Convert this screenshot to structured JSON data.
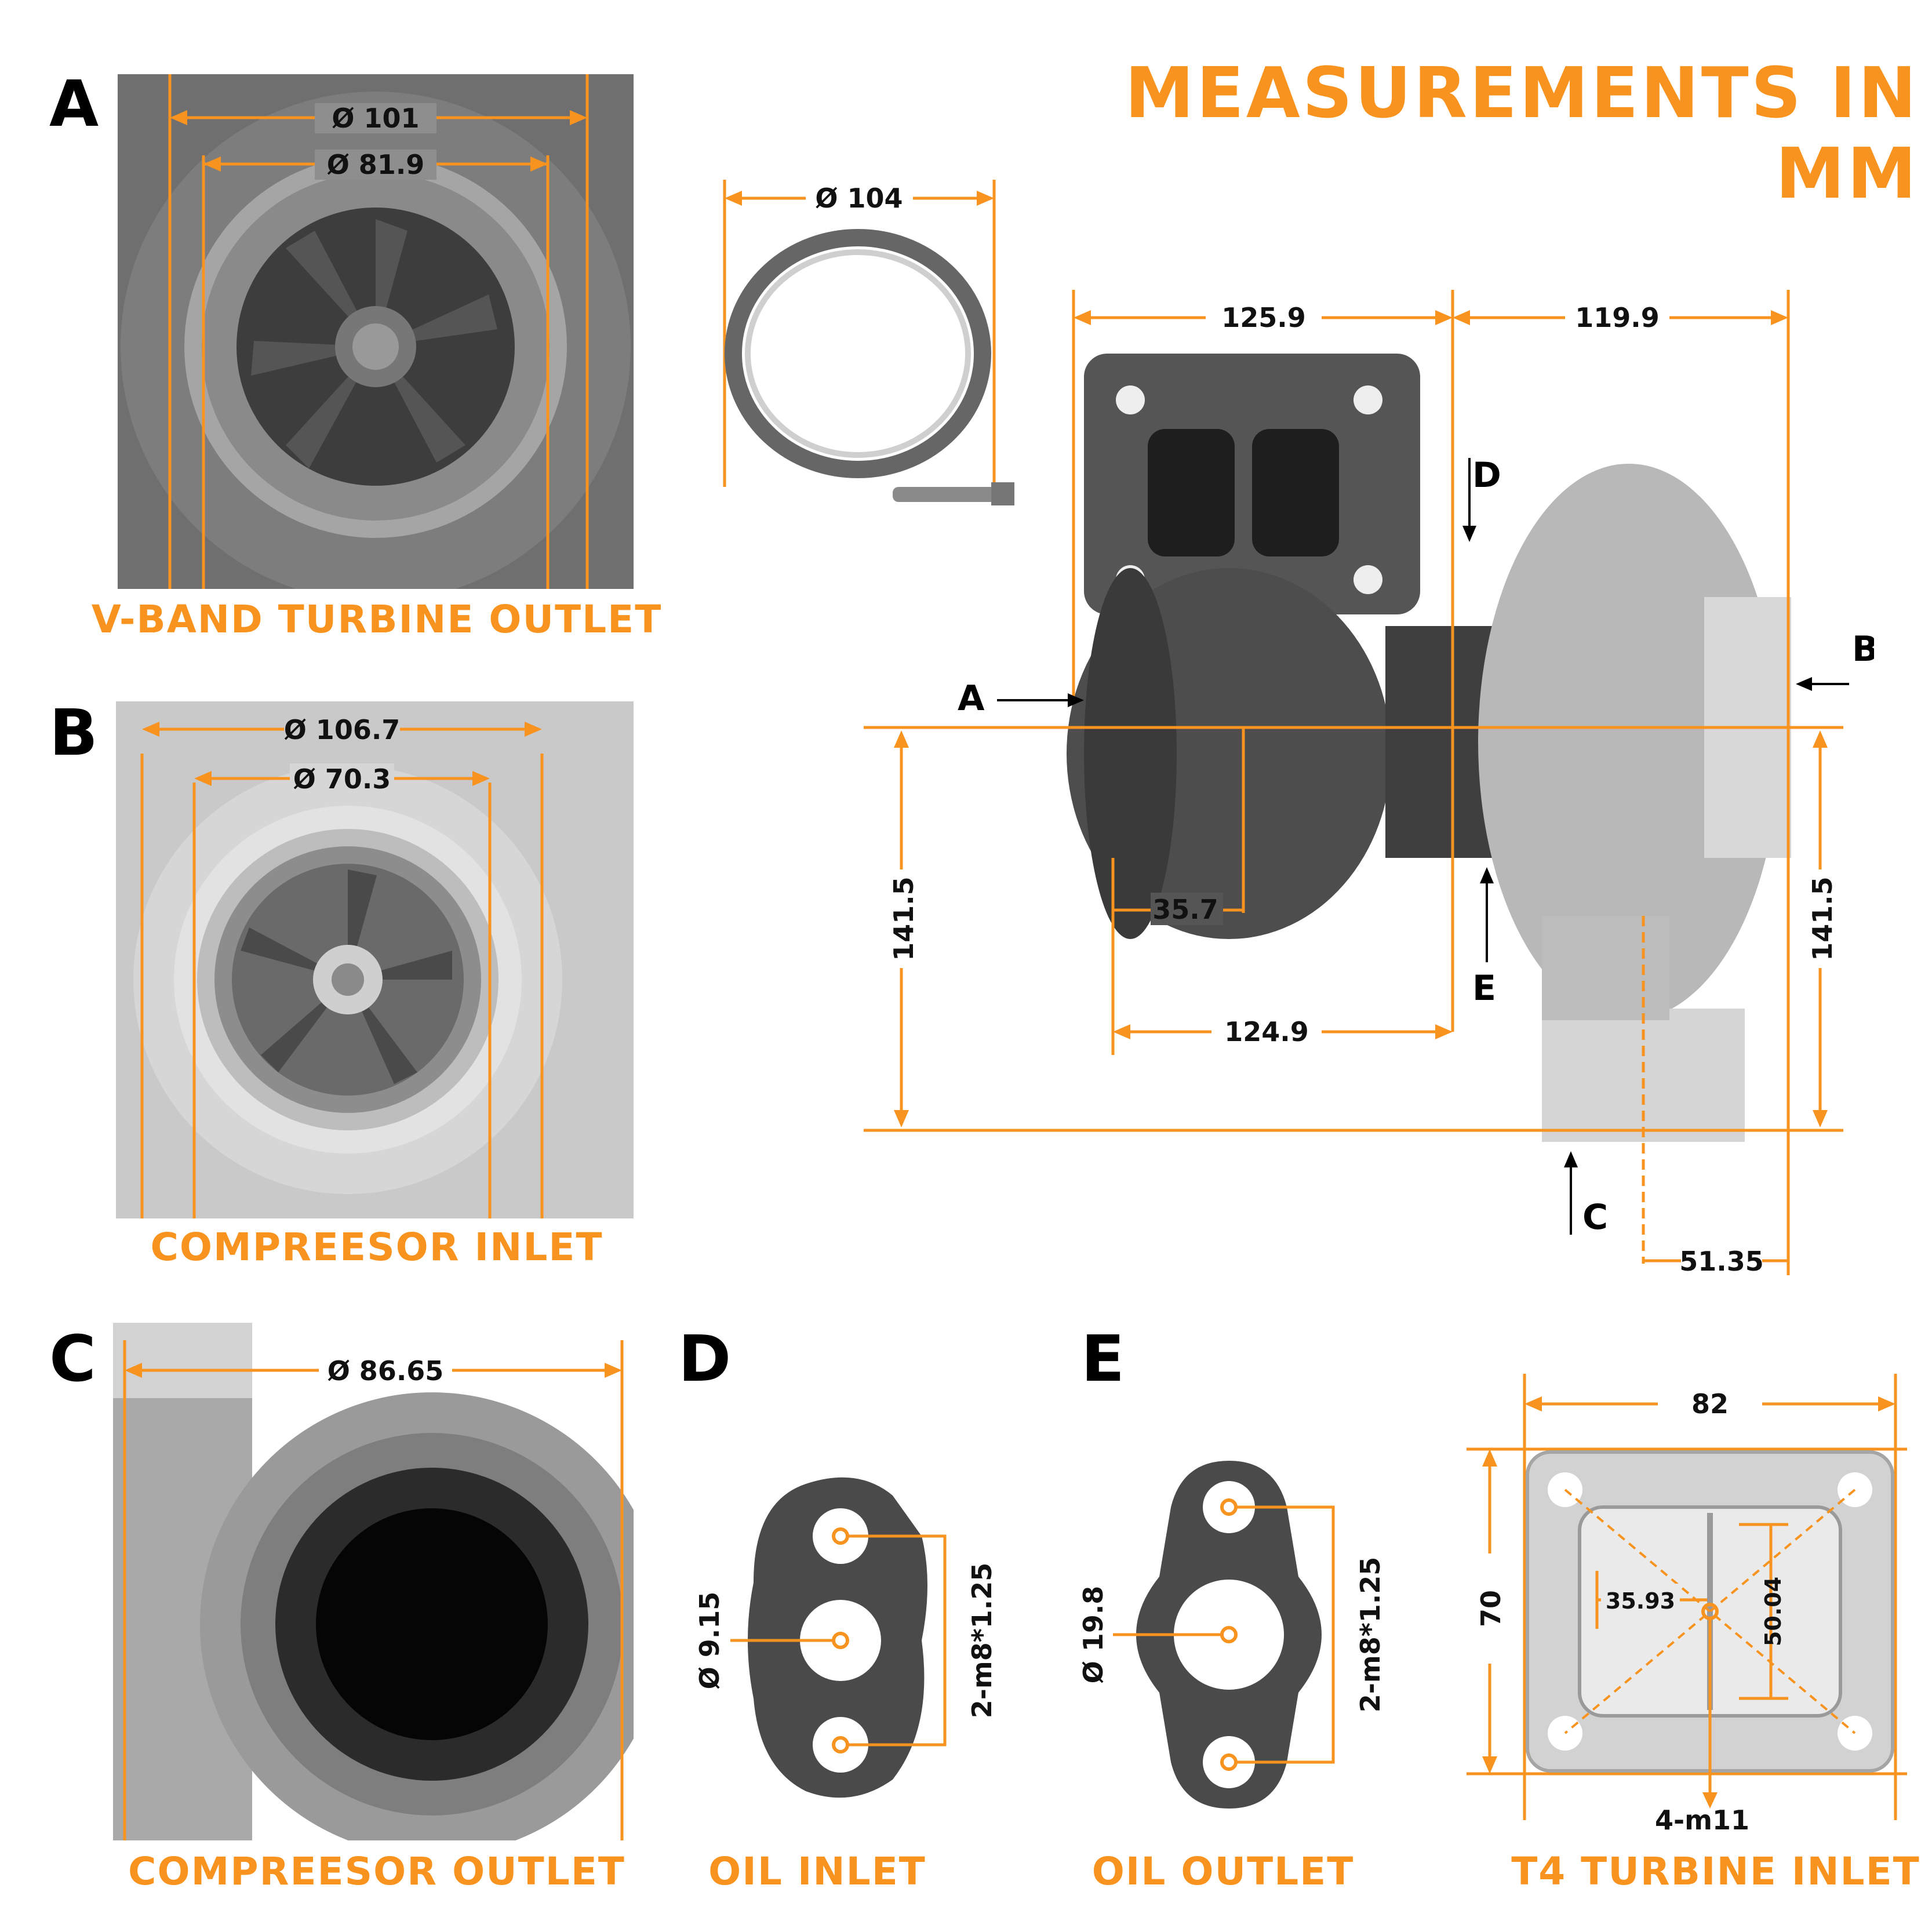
{
  "title": "MEASUREMENTS IN MM",
  "panels": {
    "a": {
      "letter": "A",
      "caption": "V-BAND TURBINE OUTLET",
      "dim_outer": "Ø 101",
      "dim_inner": "Ø 81.9"
    },
    "b": {
      "letter": "B",
      "caption": "COMPREESOR INLET",
      "dim_outer": "Ø 106.7",
      "dim_inner": "Ø 70.3"
    },
    "c": {
      "letter": "C",
      "caption": "COMPREESOR OUTLET",
      "dim": "Ø 86.65"
    },
    "d": {
      "letter": "D",
      "caption": "OIL INLET",
      "dim_hole": "Ø 9.15",
      "dim_bolts": "2-m8*1.25"
    },
    "e": {
      "letter": "E",
      "caption": "OIL OUTLET",
      "dim_hole": "Ø 19.8",
      "dim_bolts": "2-m8*1.25"
    },
    "t4": {
      "caption": "T4 TURBINE INLET",
      "width": "82",
      "height": "70",
      "inner_w": "35.93",
      "inner_h": "50.04",
      "bolts": "4-m11"
    }
  },
  "clamp": {
    "dim": "Ø 104"
  },
  "main": {
    "dim_top_left": "125.9",
    "dim_top_right": "119.9",
    "dim_left_height": "141.5",
    "dim_right_height": "141.5",
    "dim_offset": "35.7",
    "dim_bottom": "124.9",
    "dim_outlet_offset": "51.35",
    "label_a": "A",
    "label_b": "B",
    "label_c": "C",
    "label_d": "D",
    "label_e": "E"
  },
  "colors": {
    "accent": "#f7931e",
    "photo_gray": "#8e8e8e",
    "gasket": "#4a4a4a"
  }
}
